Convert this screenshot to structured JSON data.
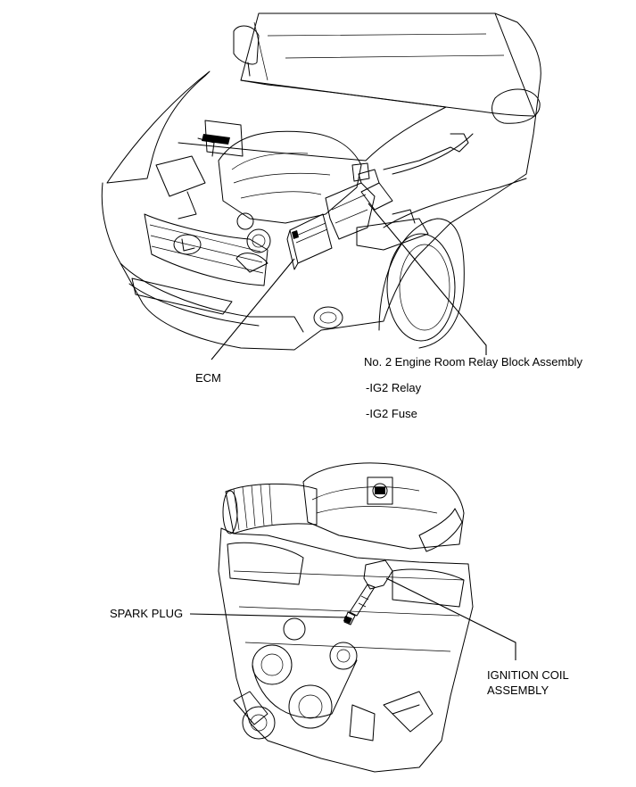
{
  "labels": {
    "ecm": "ECM",
    "relay_block": "No. 2 Engine Room Relay Block Assembly",
    "ig2_relay": "-IG2 Relay",
    "ig2_fuse": "-IG2 Fuse",
    "spark_plug": "SPARK PLUG",
    "ignition_coil_line1": "IGNITION COIL",
    "ignition_coil_line2": "ASSEMBLY"
  }
}
